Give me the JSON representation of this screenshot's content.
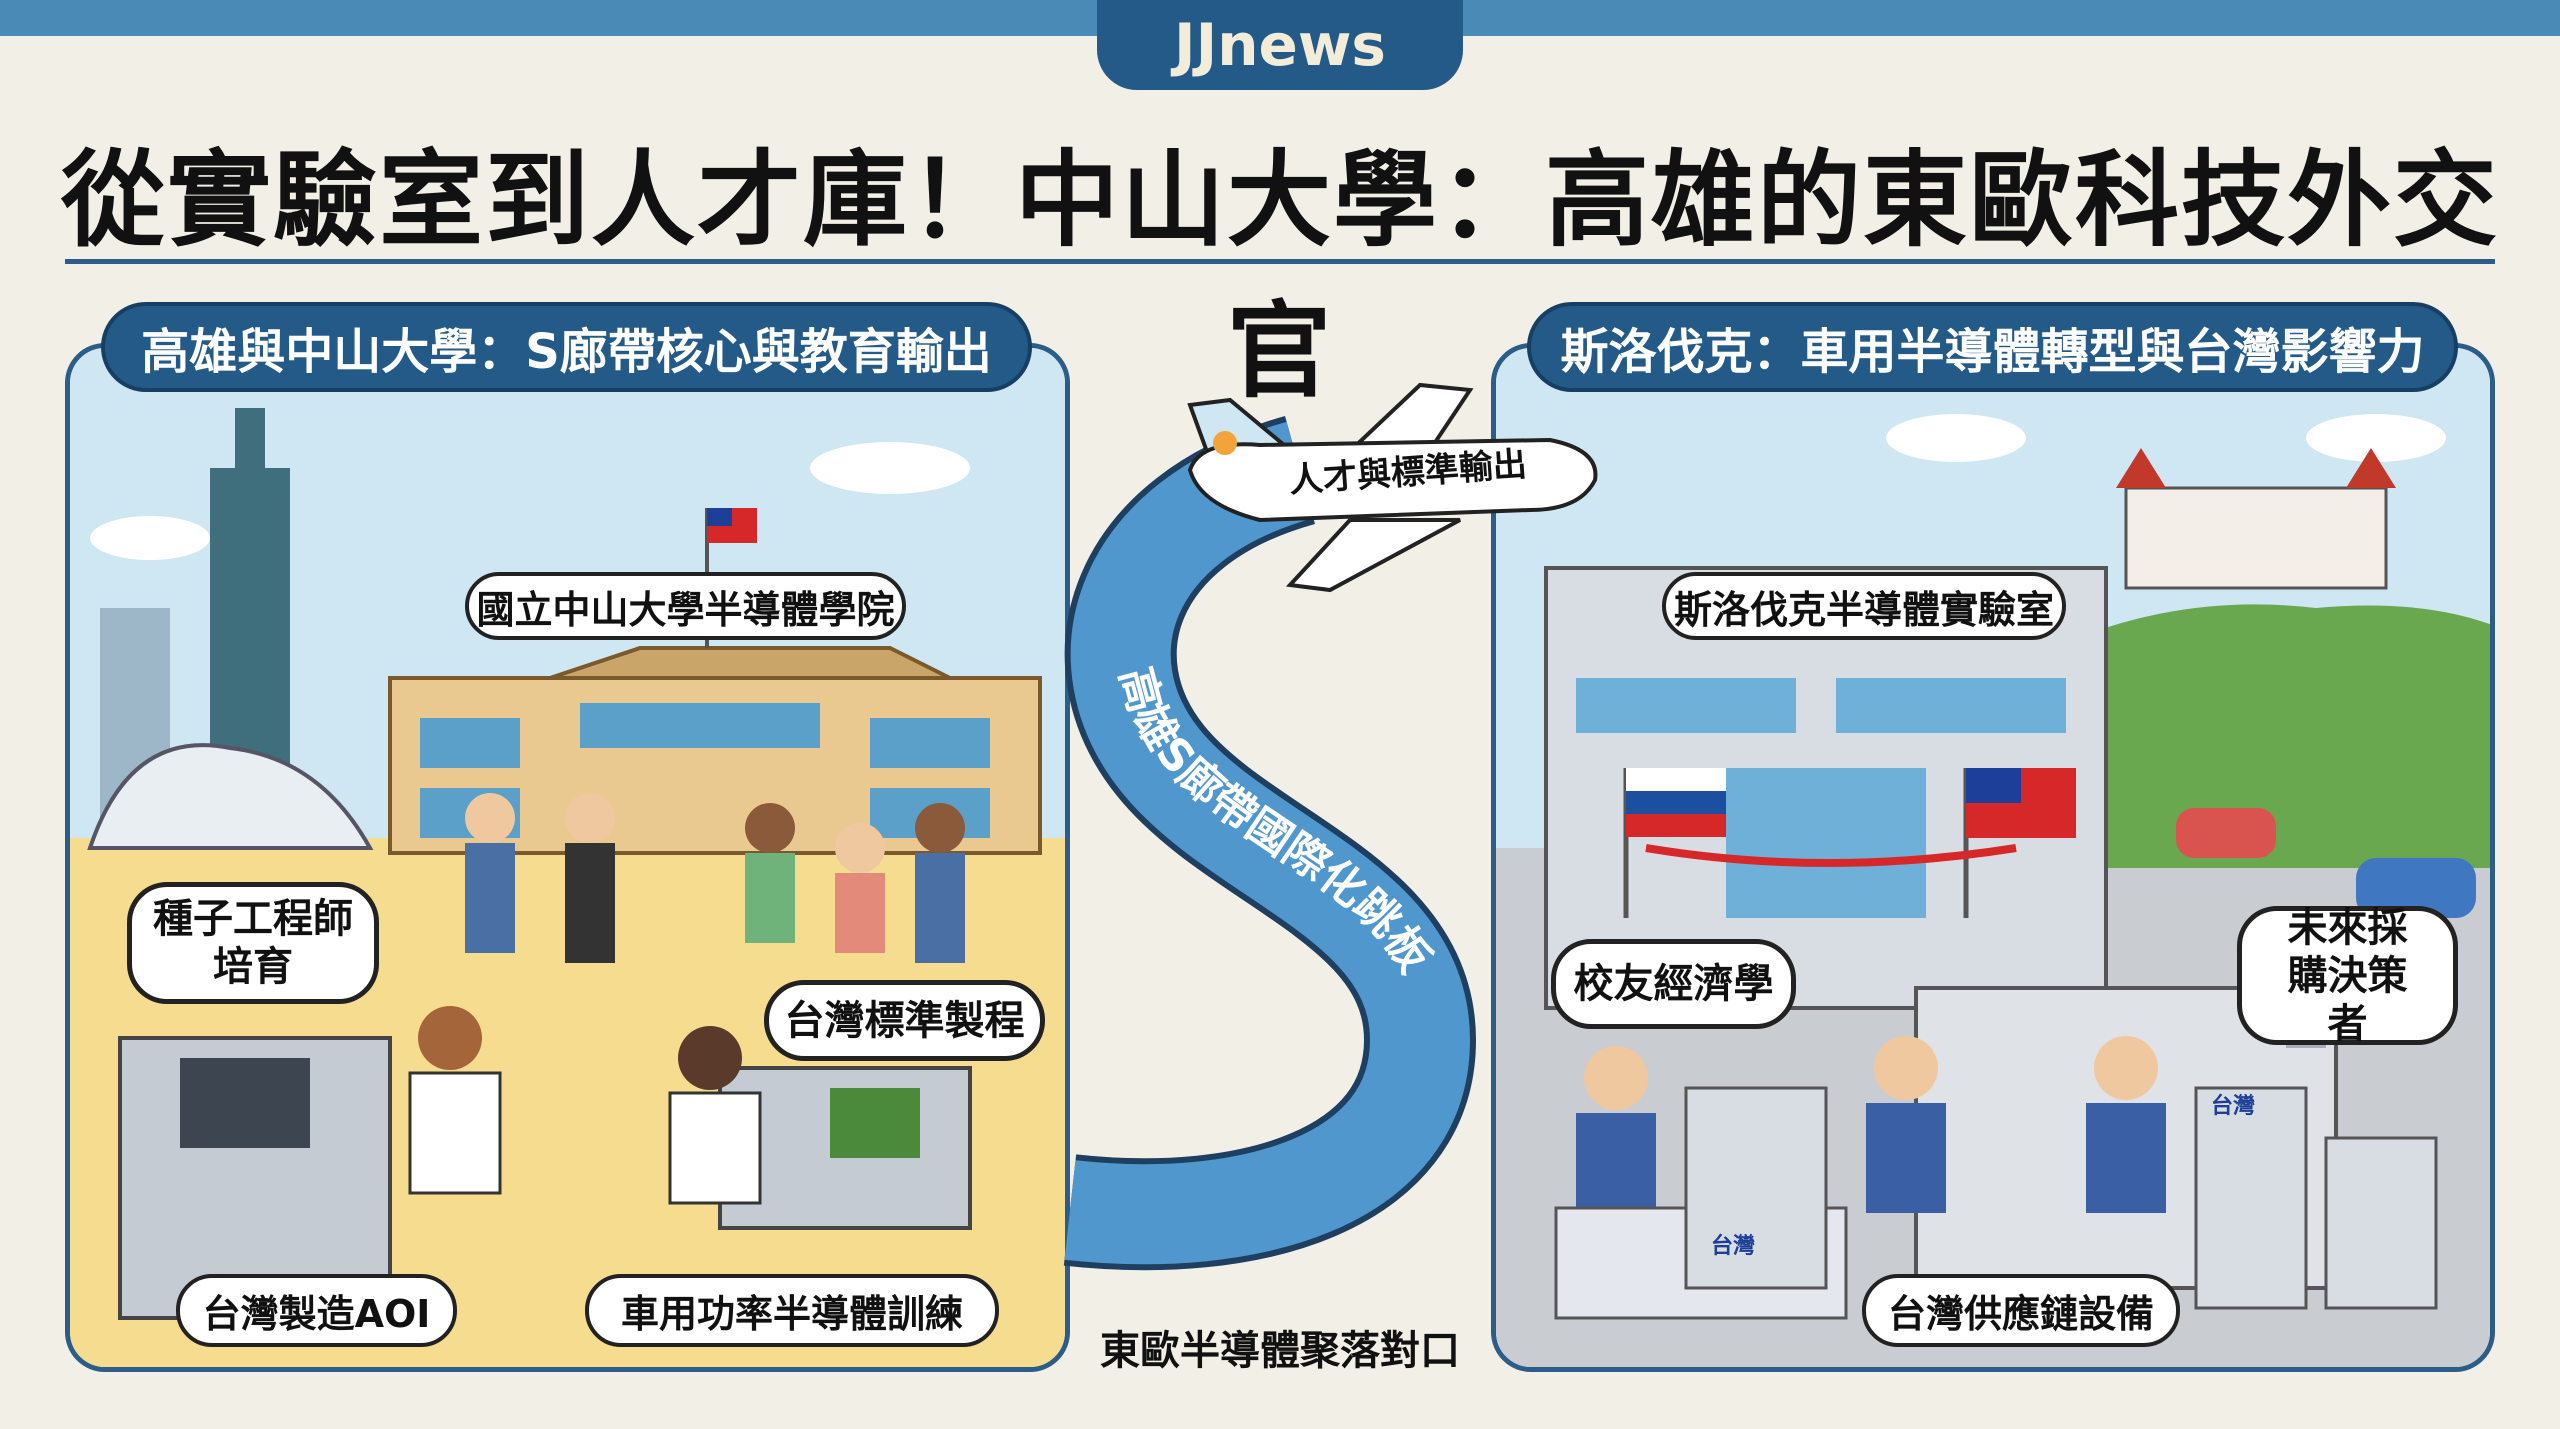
{
  "brand": "JJnews",
  "title": "從實驗室到人才庫！中山大學：高雄的東歐科技外交官",
  "left_panel": {
    "header": "高雄與中山大學：S廊帶核心與教育輸出",
    "building_sign": "國立中山大學半導體學院",
    "bubble_seed": "種子工程師\n培育",
    "bubble_process": "台灣標準製程",
    "label_aoi": "台灣製造AOI",
    "label_training": "車用功率半導體訓練"
  },
  "center": {
    "plane_label": "人才與標準輸出",
    "road_label": "高雄S廊帶國際化跳板",
    "bottom_label": "東歐半導體聚落對口"
  },
  "right_panel": {
    "header": "斯洛伐克：車用半導體轉型與台灣影響力",
    "lab_sign": "斯洛伐克半導體實驗室",
    "bubble_alumni": "校友經濟學",
    "bubble_buyers": "未來採購決策者",
    "label_supply": "台灣供應鏈設備",
    "equipment_tag": "台灣"
  },
  "colors": {
    "brand_blue": "#245a87",
    "road_blue": "#4f97cc",
    "sky": "#cfe6f3",
    "sand": "#f5dc8e",
    "ground_gray": "#c9ccd0"
  }
}
